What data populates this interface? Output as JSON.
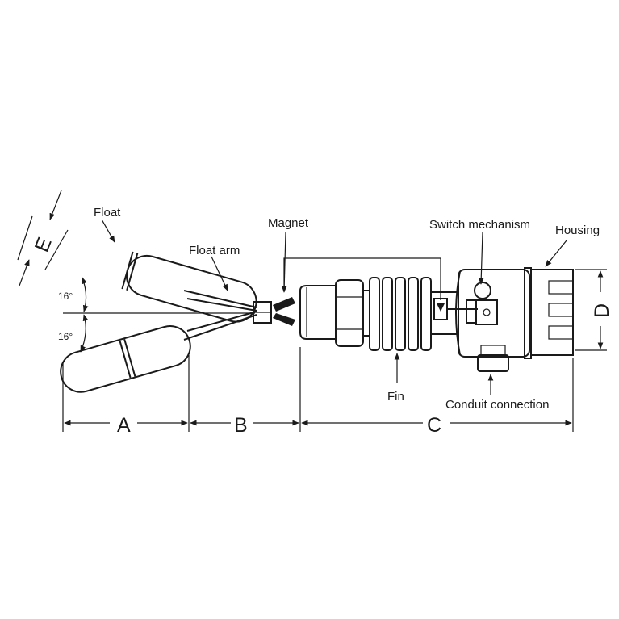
{
  "labels": {
    "float": "Float",
    "float_arm": "Float arm",
    "magnet": "Magnet",
    "switch_mechanism": "Switch mechanism",
    "housing": "Housing",
    "fin": "Fin",
    "conduit_connection": "Conduit connection"
  },
  "dimensions": {
    "a": "A",
    "b": "B",
    "c": "C",
    "d": "D",
    "e": "E"
  },
  "angles": {
    "upper": "16°",
    "lower": "16°"
  },
  "colors": {
    "line": "#1a1a1a",
    "background": "#ffffff"
  }
}
